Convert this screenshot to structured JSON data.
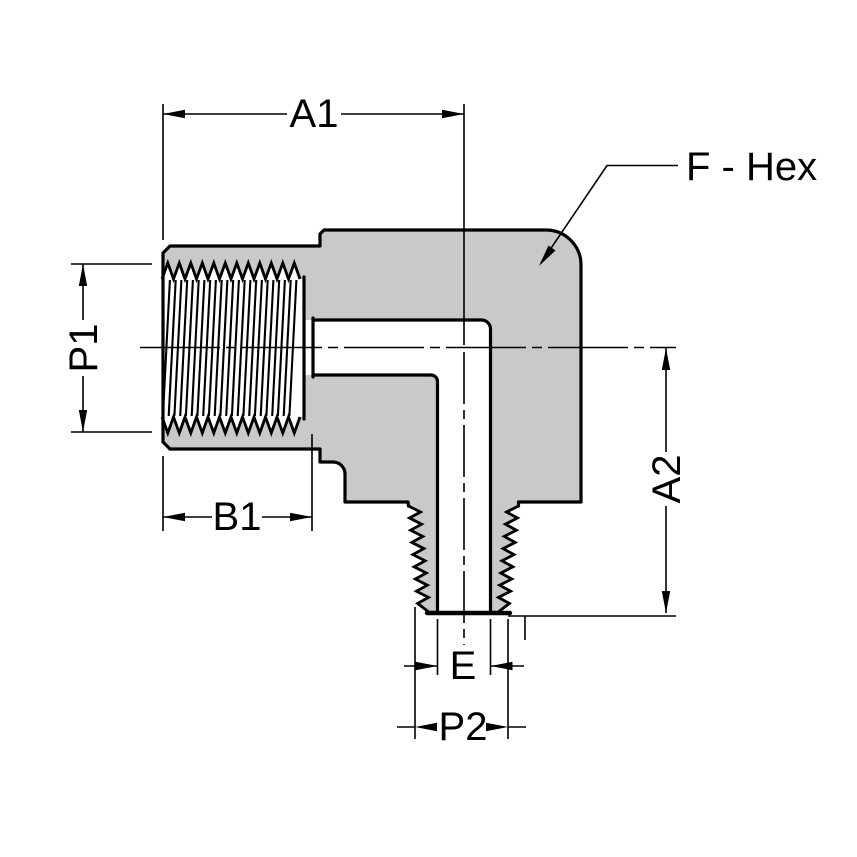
{
  "drawing": {
    "description": "Cross-section diagram of a 90-degree female-to-male pipe elbow fitting",
    "labels": {
      "a1": "A1",
      "p1": "P1",
      "b1": "B1",
      "a2": "A2",
      "e": "E",
      "p2": "P2",
      "f_hex": "F - Hex"
    },
    "colors": {
      "body_fill": "#c9c9c9",
      "line_color": "#000000",
      "background": "#ffffff"
    }
  }
}
